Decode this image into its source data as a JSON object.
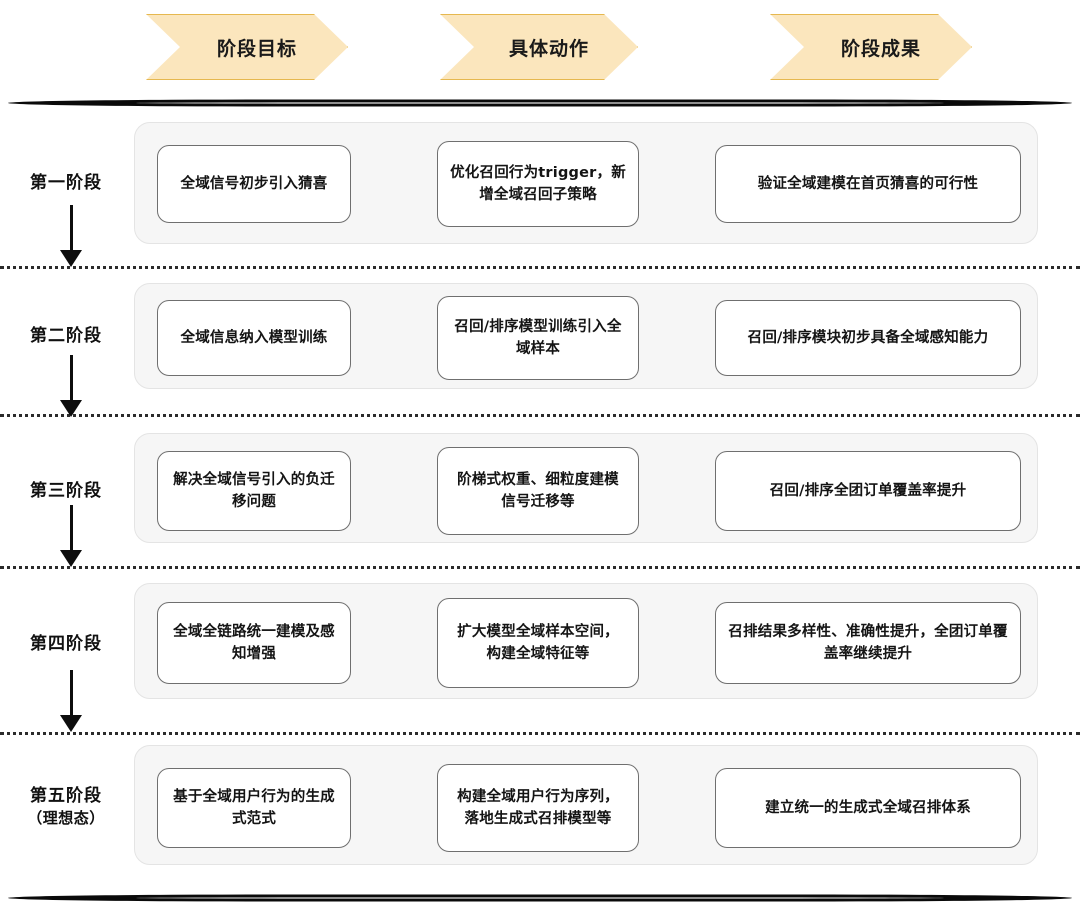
{
  "header": {
    "columns": [
      {
        "label": "阶段目标",
        "icon": "chevron-right-banner"
      },
      {
        "label": "具体动作",
        "icon": "chevron-right-banner"
      },
      {
        "label": "阶段成果",
        "icon": "chevron-right-banner"
      }
    ],
    "fill_color": "#fbe6bd",
    "border_color": "#e6b84f"
  },
  "rules": {
    "color": "#0a0a0a"
  },
  "separators": {
    "color": "#2b2b2b",
    "style": "dotted"
  },
  "arrow": {
    "icon": "arrow-down-icon",
    "color": "#0d0d0d"
  },
  "rows": [
    {
      "stage": "第一阶段",
      "stage_sub": "",
      "goal": "全域信号初步引入猜喜",
      "action": "优化召回行为trigger，新增全域召回子策略",
      "outcome": "验证全域建模在首页猜喜的可行性"
    },
    {
      "stage": "第二阶段",
      "stage_sub": "",
      "goal": "全域信息纳入模型训练",
      "action": "召回/排序模型训练引入全域样本",
      "outcome": "召回/排序模块初步具备全域感知能力"
    },
    {
      "stage": "第三阶段",
      "stage_sub": "",
      "goal": "解决全域信号引入的负迁移问题",
      "action": "阶梯式权重、细粒度建模信号迁移等",
      "outcome": "召回/排序全团订单覆盖率提升"
    },
    {
      "stage": "第四阶段",
      "stage_sub": "",
      "goal": "全域全链路统一建模及感知增强",
      "action": "扩大模型全域样本空间，构建全域特征等",
      "outcome": "召排结果多样性、准确性提升，全团订单覆盖率继续提升"
    },
    {
      "stage": "第五阶段",
      "stage_sub": "（理想态）",
      "goal": "基于全域用户行为的生成式范式",
      "action": "构建全域用户行为序列，落地生成式召排模型等",
      "outcome": "建立统一的生成式全域召排体系"
    }
  ]
}
